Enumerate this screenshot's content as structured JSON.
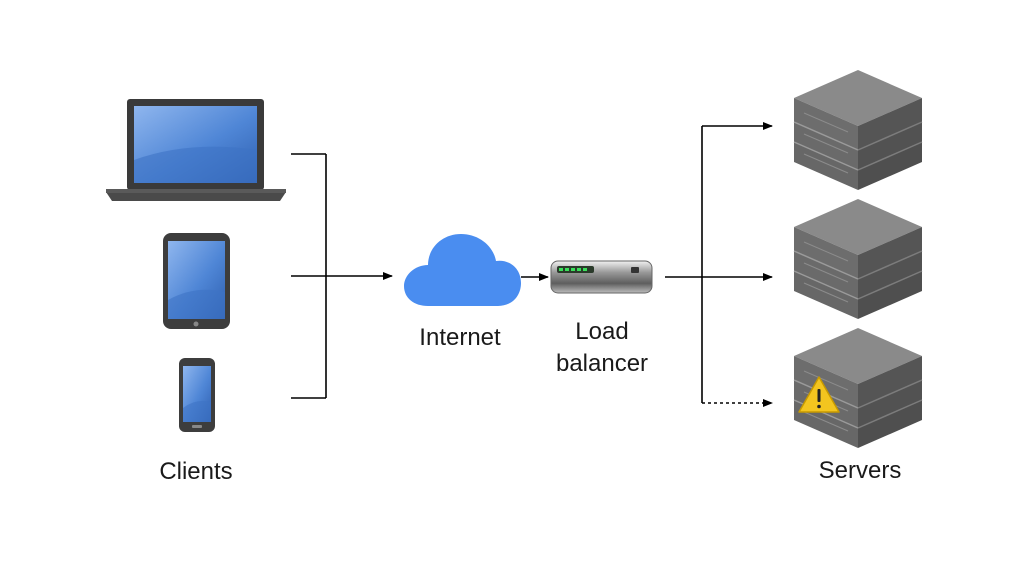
{
  "labels": {
    "clients": "Clients",
    "internet": "Internet",
    "load_balancer_line1": "Load",
    "load_balancer_line2": "balancer",
    "servers": "Servers"
  },
  "nodes": {
    "clients": [
      "laptop",
      "tablet",
      "smartphone"
    ],
    "network": "cloud-icon",
    "balancer": "load-balancer-device",
    "servers": [
      {
        "icon": "server-stack-icon",
        "status": "ok"
      },
      {
        "icon": "server-stack-icon",
        "status": "ok"
      },
      {
        "icon": "server-stack-icon",
        "status": "warning",
        "badge": "warning-icon"
      }
    ]
  },
  "colors": {
    "cloud": "#4a8df0",
    "screen": "#4f86d6",
    "server": "#6a6a6a",
    "warning": "#f3c51f",
    "line": "#000000"
  }
}
